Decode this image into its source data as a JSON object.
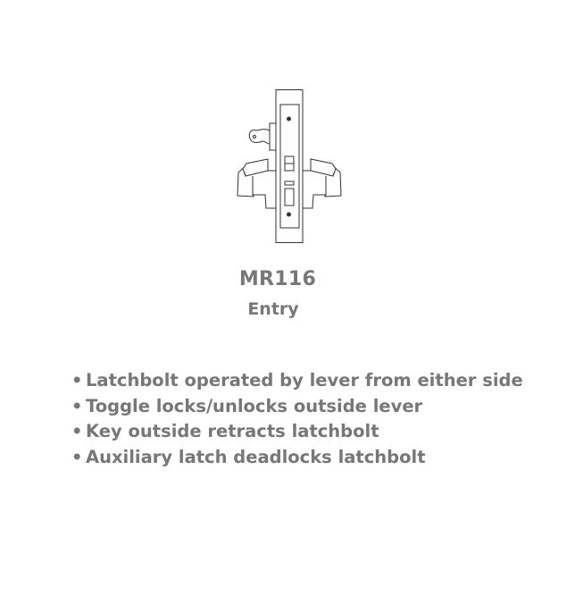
{
  "product": {
    "model": "MR116",
    "function": "Entry"
  },
  "features": [
    "Latchbolt operated by lever from either side",
    "Toggle locks/unlocks outside lever",
    "Key outside retracts latchbolt",
    "Auxiliary latch deadlocks latchbolt"
  ],
  "bullet": "•",
  "diagram": {
    "description": "Mortise lock with levers on both sides, outside key cylinder, toggle switches and auxiliary latch",
    "stroke_color": "#333333"
  }
}
